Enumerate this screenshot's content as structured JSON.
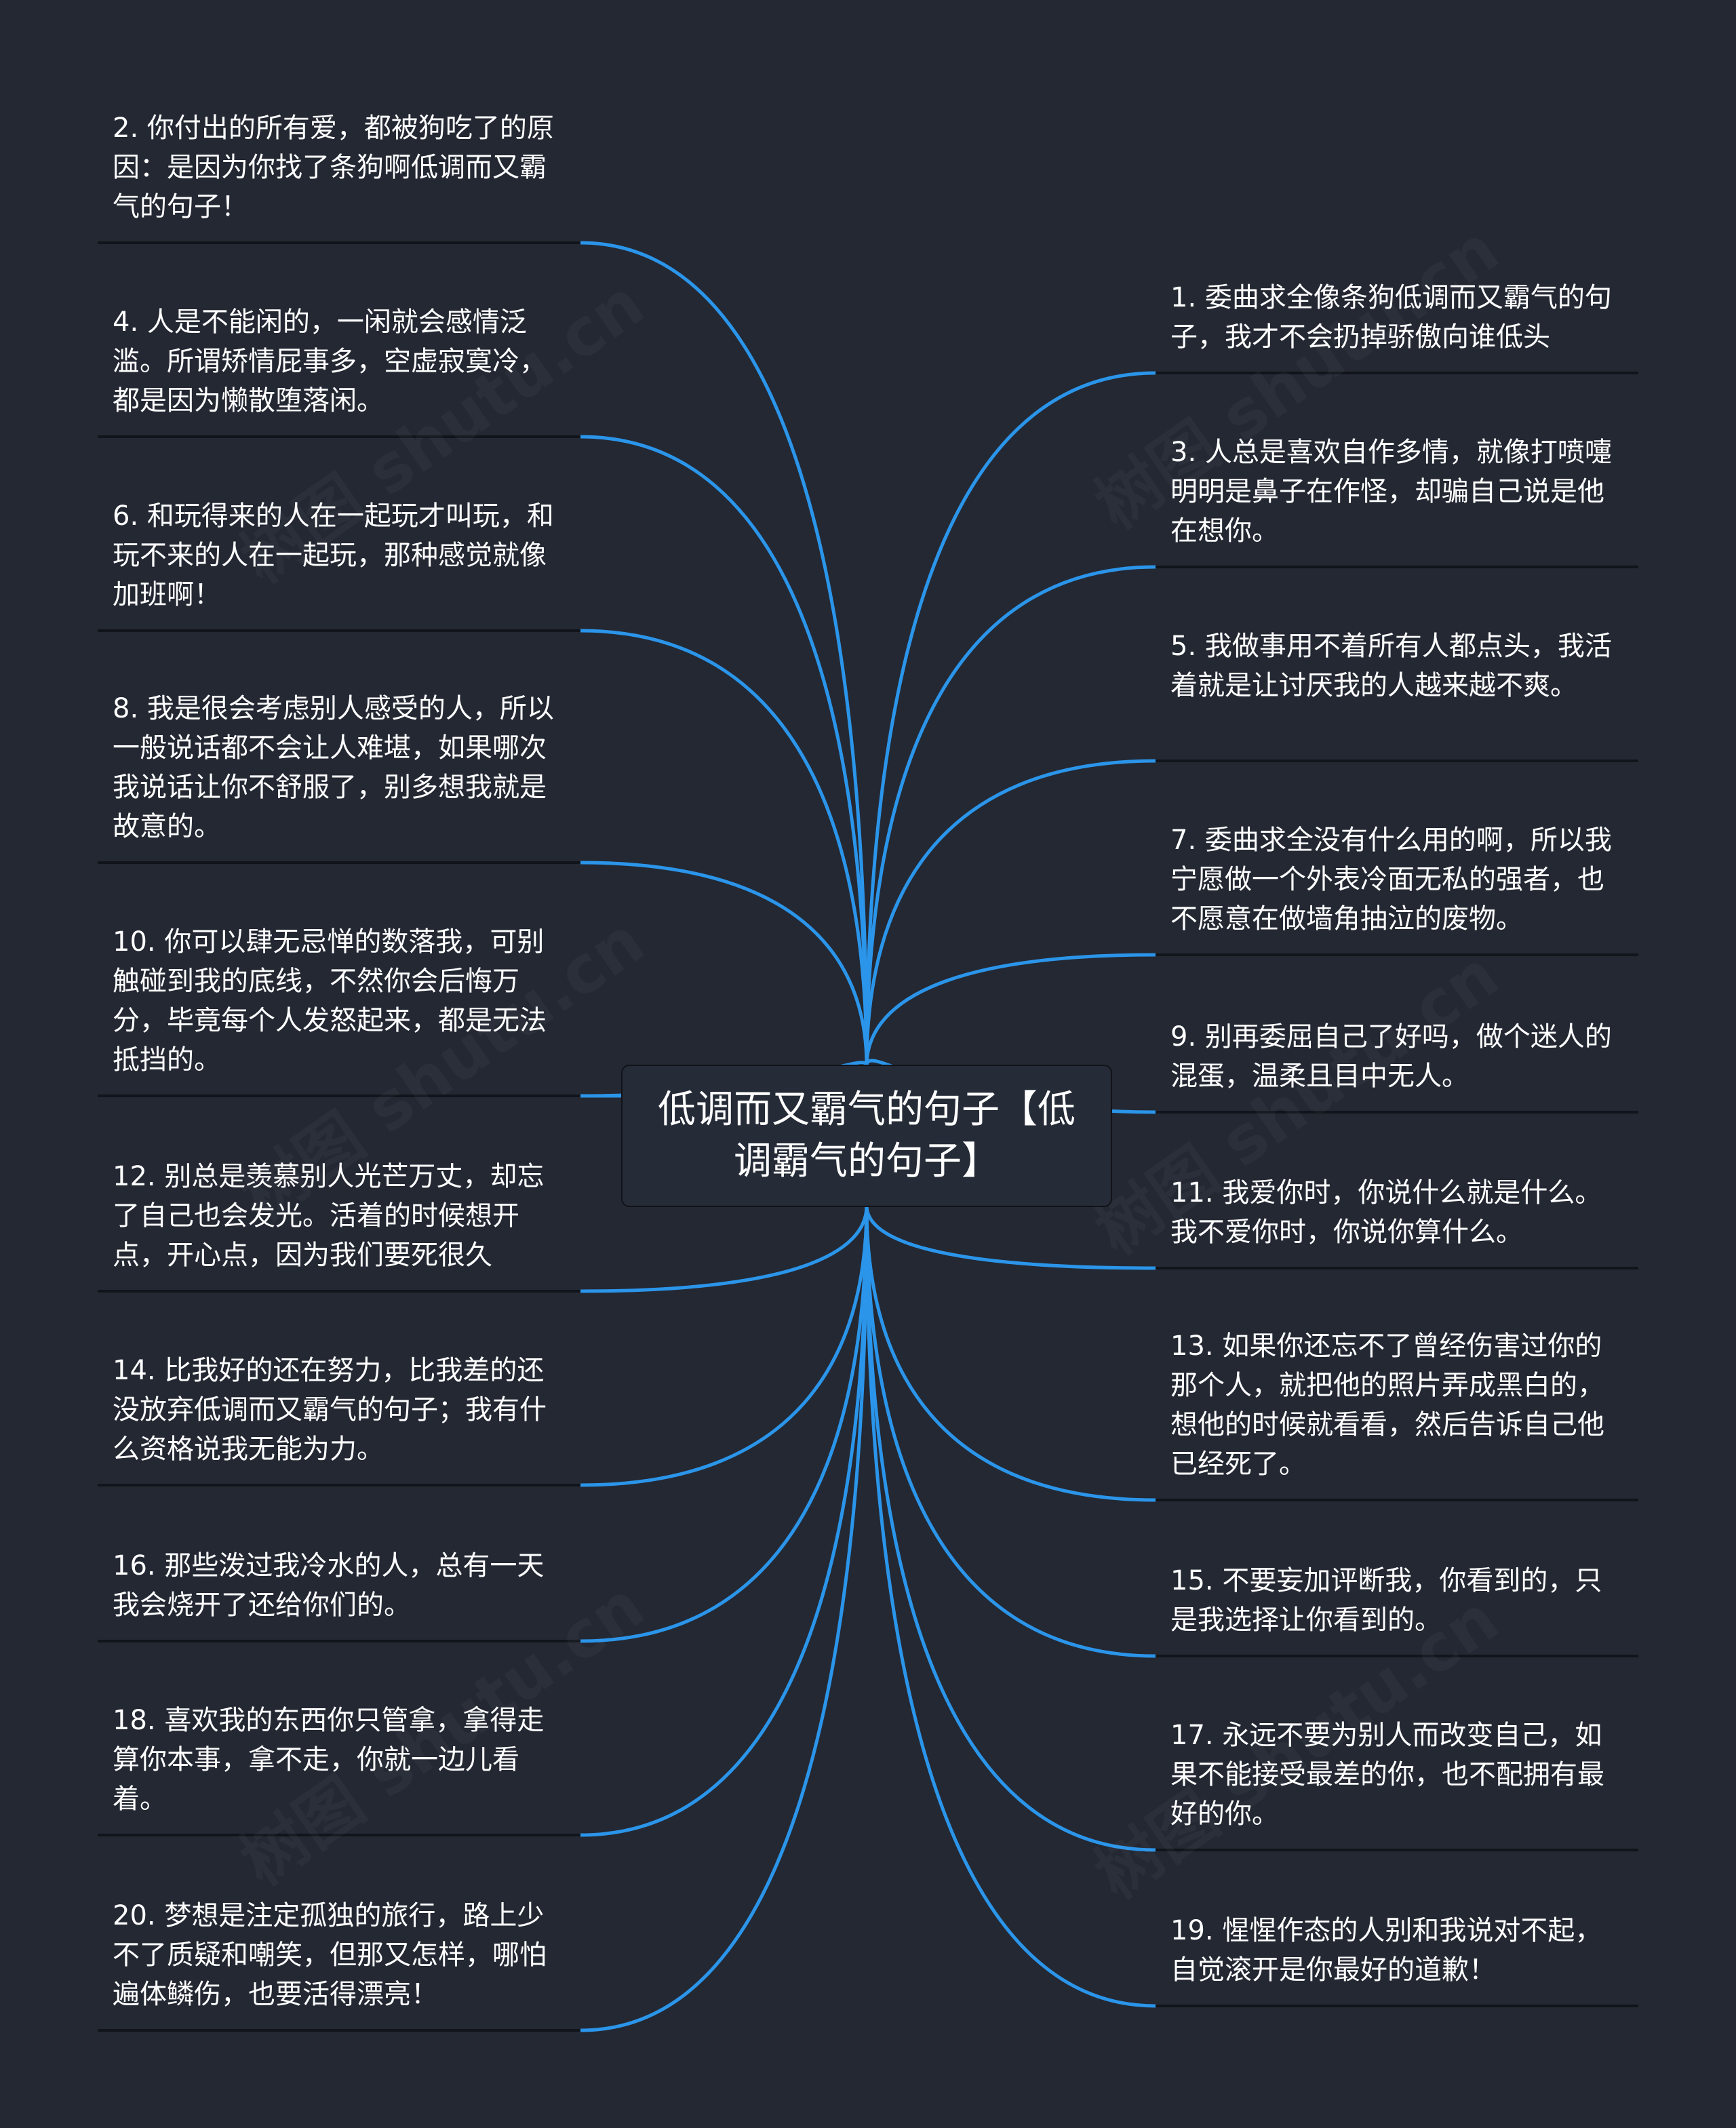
{
  "center_title": "低调而又霸气的句子【低调霸气的句子】",
  "watermark": "树图 shutu.cn",
  "colors": {
    "background": "#232833",
    "branch": "#2b95ea",
    "underline": "#11141a",
    "text": "#ffffff"
  },
  "left_items": [
    "2. 你付出的所有爱，都被狗吃了的原因：是因为你找了条狗啊低调而又霸气的句子！",
    "4. 人是不能闲的，一闲就会感情泛滥。所谓矫情屁事多，空虚寂寞冷，都是因为懒散堕落闲。",
    "6. 和玩得来的人在一起玩才叫玩，和玩不来的人在一起玩，那种感觉就像加班啊！",
    "8. 我是很会考虑别人感受的人，所以一般说话都不会让人难堪，如果哪次我说话让你不舒服了，别多想我就是故意的。",
    "10. 你可以肆无忌惮的数落我，可别触碰到我的底线，不然你会后悔万分，毕竟每个人发怒起来，都是无法抵挡的。",
    "12. 别总是羡慕别人光芒万丈，却忘了自己也会发光。活着的时候想开点，开心点，因为我们要死很久",
    "14. 比我好的还在努力，比我差的还没放弃低调而又霸气的句子；我有什么资格说我无能为力。",
    "16. 那些泼过我冷水的人，总有一天我会烧开了还给你们的。",
    "18. 喜欢我的东西你只管拿，拿得走算你本事，拿不走，你就一边儿看着。",
    "20. 梦想是注定孤独的旅行，路上少不了质疑和嘲笑，但那又怎样，哪怕遍体鳞伤，也要活得漂亮！"
  ],
  "right_items": [
    "1. 委曲求全像条狗低调而又霸气的句子，我才不会扔掉骄傲向谁低头",
    "3. 人总是喜欢自作多情，就像打喷嚏明明是鼻子在作怪，却骗自己说是他在想你。",
    "5. 我做事用不着所有人都点头，我活着就是让讨厌我的人越来越不爽。",
    "7. 委曲求全没有什么用的啊，所以我宁愿做一个外表冷面无私的强者，也不愿意在做墙角抽泣的废物。",
    "9. 别再委屈自己了好吗，做个迷人的混蛋，温柔且目中无人。",
    "11. 我爱你时，你说什么就是什么。我不爱你时，你说你算什么。",
    "13. 如果你还忘不了曾经伤害过你的那个人，就把他的照片弄成黑白的，想他的时候就看看，然后告诉自己他已经死了。",
    "15. 不要妄加评断我，你看到的，只是我选择让你看到的。",
    "17. 永远不要为别人而改变自己，如果不能接受最差的你，也不配拥有最好的你。",
    "19. 惺惺作态的人别和我说对不起，自觉滚开是你最好的道歉！"
  ]
}
